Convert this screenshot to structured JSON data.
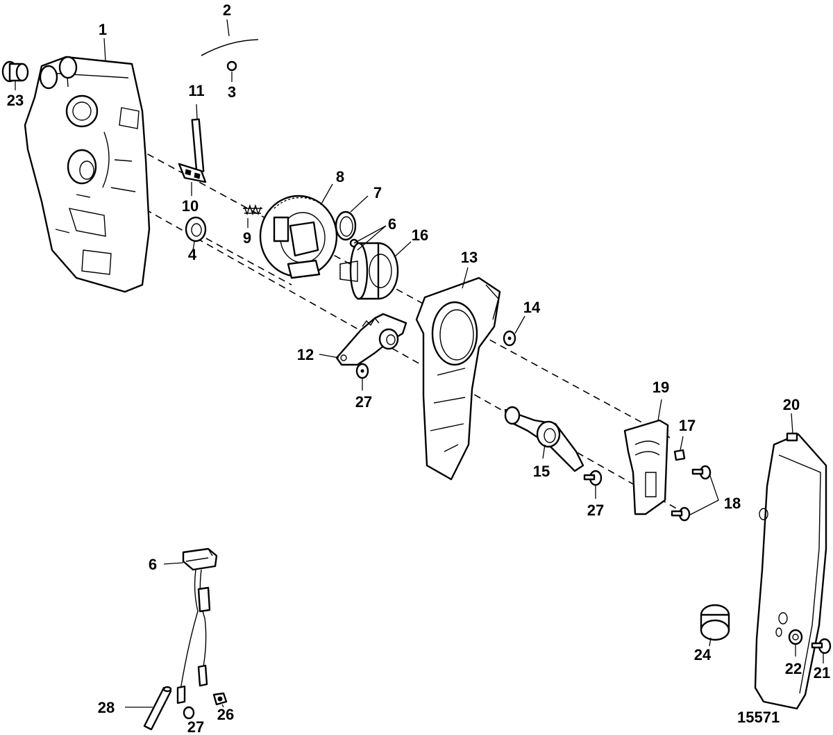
{
  "figure_number": "15571",
  "callouts": [
    {
      "key": "c1",
      "label": "1"
    },
    {
      "key": "c2",
      "label": "2"
    },
    {
      "key": "c3",
      "label": "3"
    },
    {
      "key": "c4",
      "label": "4"
    },
    {
      "key": "c6a",
      "label": "6"
    },
    {
      "key": "c6b",
      "label": "6"
    },
    {
      "key": "c7",
      "label": "7"
    },
    {
      "key": "c8",
      "label": "8"
    },
    {
      "key": "c9",
      "label": "9"
    },
    {
      "key": "c10",
      "label": "10"
    },
    {
      "key": "c11",
      "label": "11"
    },
    {
      "key": "c12",
      "label": "12"
    },
    {
      "key": "c13",
      "label": "13"
    },
    {
      "key": "c14",
      "label": "14"
    },
    {
      "key": "c15",
      "label": "15"
    },
    {
      "key": "c16",
      "label": "16"
    },
    {
      "key": "c17",
      "label": "17"
    },
    {
      "key": "c18",
      "label": "18"
    },
    {
      "key": "c19",
      "label": "19"
    },
    {
      "key": "c20",
      "label": "20"
    },
    {
      "key": "c21",
      "label": "21"
    },
    {
      "key": "c22",
      "label": "22"
    },
    {
      "key": "c23",
      "label": "23"
    },
    {
      "key": "c24",
      "label": "24"
    },
    {
      "key": "c26",
      "label": "26"
    },
    {
      "key": "c27a",
      "label": "27"
    },
    {
      "key": "c27b",
      "label": "27"
    },
    {
      "key": "c27c",
      "label": "27"
    },
    {
      "key": "c28",
      "label": "28"
    }
  ]
}
